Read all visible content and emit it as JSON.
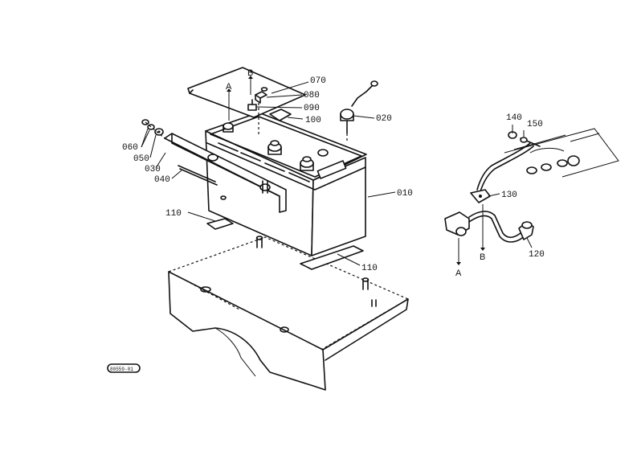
{
  "parts": {
    "p010": "010",
    "p020": "020",
    "p030": "030",
    "p040": "040",
    "p050": "050",
    "p060": "060",
    "p070": "070",
    "p080": "080",
    "p090": "090",
    "p100": "100",
    "p110a": "110",
    "p110b": "110",
    "p120": "120",
    "p130": "130",
    "p140": "140",
    "p150": "150"
  },
  "connectors": {
    "a_top": "A",
    "b_top": "B",
    "a_bottom": "A",
    "b_bottom": "B"
  },
  "stamp": "80559-01"
}
